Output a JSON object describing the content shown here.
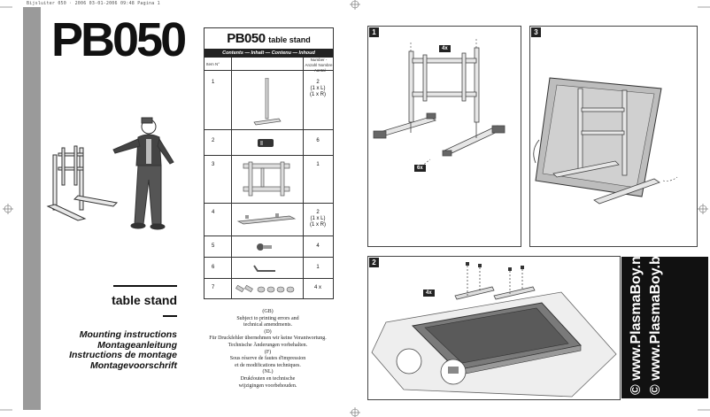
{
  "header_line": "Bijsluiter 050 · 2006   03-01-2006   09:48   Pagina 1",
  "cover": {
    "title": "PB050",
    "subtitle": "table stand",
    "instructions": [
      "Mounting instructions",
      "Montageanleitung",
      "Instructions de montage",
      "Montagevoorschrift"
    ]
  },
  "parts_list": {
    "title": "PB050",
    "title_suffix": "table stand",
    "contents_bar": "Contents — Inhalt — Contenu — Inhoud",
    "col_item": "Item N°",
    "col_number": "Number - Anzahl Nombre - Aantal",
    "rows": [
      {
        "num": "1",
        "qty": "2",
        "note1": "(1 x L)",
        "note2": "(1 x R)"
      },
      {
        "num": "2",
        "qty": "6",
        "note1": "",
        "note2": ""
      },
      {
        "num": "3",
        "qty": "1",
        "note1": "",
        "note2": ""
      },
      {
        "num": "4",
        "qty": "2",
        "note1": "(1 x L)",
        "note2": "(1 x R)"
      },
      {
        "num": "5",
        "qty": "4",
        "note1": "",
        "note2": ""
      },
      {
        "num": "6",
        "qty": "1",
        "note1": "",
        "note2": ""
      },
      {
        "num": "7",
        "qty": "4 x",
        "note1": "",
        "note2": ""
      }
    ]
  },
  "disclaimer": [
    "(GB)",
    "Subject to printing errors and",
    "technical amendments.",
    "(D)",
    "Für Druckfehler übernehmen wir keine Verantwortung.",
    "Technische Änderungen vorbehalten.",
    "(F)",
    "Sous réserve de fautes d'impression",
    "et de modifications techniques.",
    "(NL)",
    "Drukfouten en technische",
    "wijzigingen voorbehouden."
  ],
  "panels": {
    "p1": {
      "number": "1",
      "badge_top": "4x",
      "badge_bottom": "6x"
    },
    "p2": {
      "number": "2",
      "badge": "4x"
    },
    "p3": {
      "number": "3"
    }
  },
  "brand": {
    "line1": "© www.PlasmaBoy.nl",
    "line2": "© www.PlasmaBoy.be"
  }
}
